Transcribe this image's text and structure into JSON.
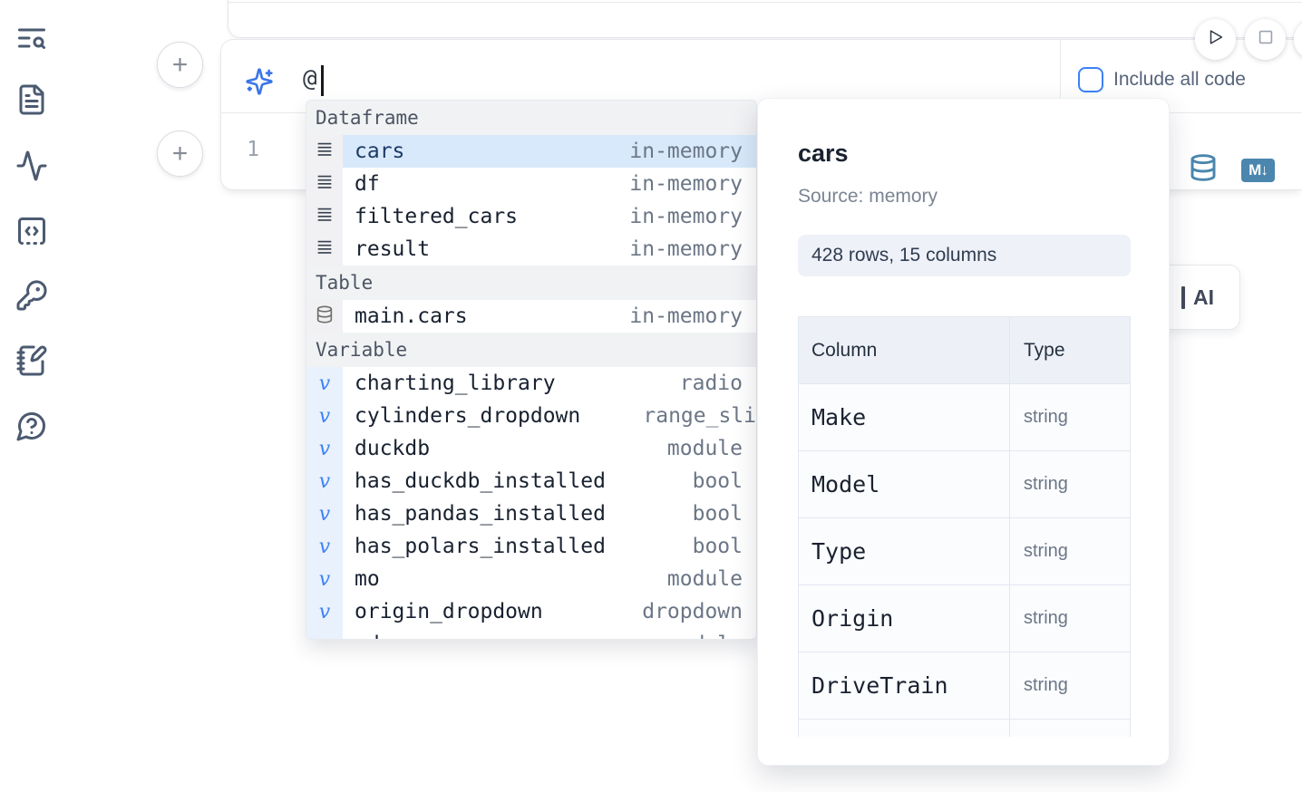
{
  "colors": {
    "accent_blue": "#3c82f6",
    "steel_blue": "#4a86ae",
    "selected_row": "#d8e9fb",
    "sidebar_icon": "#4b5a70"
  },
  "sidebar": {
    "icons": [
      "text-search",
      "file-text",
      "activity",
      "code-snippet",
      "key",
      "notebook-pen",
      "help-chat"
    ]
  },
  "cell": {
    "prompt_value": "@",
    "include_checkbox_label": "Include all code",
    "include_checkbox_checked": false,
    "line_number": "1",
    "markdown_badge": "M↓"
  },
  "autocomplete": {
    "sections": [
      {
        "label": "Dataframe",
        "kind": "dataframe",
        "items": [
          {
            "name": "cars",
            "type": "in-memory",
            "selected": true
          },
          {
            "name": "df",
            "type": "in-memory"
          },
          {
            "name": "filtered_cars",
            "type": "in-memory"
          },
          {
            "name": "result",
            "type": "in-memory"
          }
        ]
      },
      {
        "label": "Table",
        "kind": "table",
        "items": [
          {
            "name": "main.cars",
            "type": "in-memory"
          }
        ]
      },
      {
        "label": "Variable",
        "kind": "variable",
        "items": [
          {
            "name": "charting_library",
            "type": "radio"
          },
          {
            "name": "cylinders_dropdown",
            "type": "range_sli",
            "overflow": true
          },
          {
            "name": "duckdb",
            "type": "module"
          },
          {
            "name": "has_duckdb_installed",
            "type": "bool"
          },
          {
            "name": "has_pandas_installed",
            "type": "bool"
          },
          {
            "name": "has_polars_installed",
            "type": "bool"
          },
          {
            "name": "mo",
            "type": "module"
          },
          {
            "name": "origin_dropdown",
            "type": "dropdown"
          },
          {
            "name": "pd",
            "type": "module"
          }
        ]
      }
    ]
  },
  "preview": {
    "title": "cars",
    "source": "Source: memory",
    "shape": "428 rows, 15 columns",
    "table": {
      "headers": [
        "Column",
        "Type"
      ],
      "rows": [
        [
          "Make",
          "string"
        ],
        [
          "Model",
          "string"
        ],
        [
          "Type",
          "string"
        ],
        [
          "Origin",
          "string"
        ],
        [
          "DriveTrain",
          "string"
        ],
        [
          "",
          ""
        ]
      ]
    }
  },
  "ai_button": {
    "label": "AI"
  }
}
